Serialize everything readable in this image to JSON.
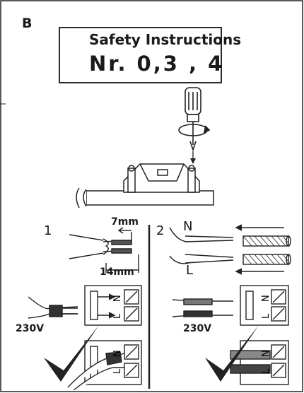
{
  "panel_letter": "B",
  "safety": {
    "title": "Safety Instructions",
    "numbers": "Nr. 0,3 , 4"
  },
  "steps": [
    {
      "number": "1"
    },
    {
      "number": "2"
    }
  ],
  "dimensions": {
    "strip_short": "7mm",
    "strip_long": "14mm"
  },
  "wire_labels": {
    "neutral": "N",
    "live": "L"
  },
  "terminal_labels": [
    "N",
    "L"
  ],
  "voltage": "230V",
  "icons": [
    "reader-icon",
    "screwdriver-icon",
    "rotation-arrow-icon",
    "checkmark-icon"
  ]
}
